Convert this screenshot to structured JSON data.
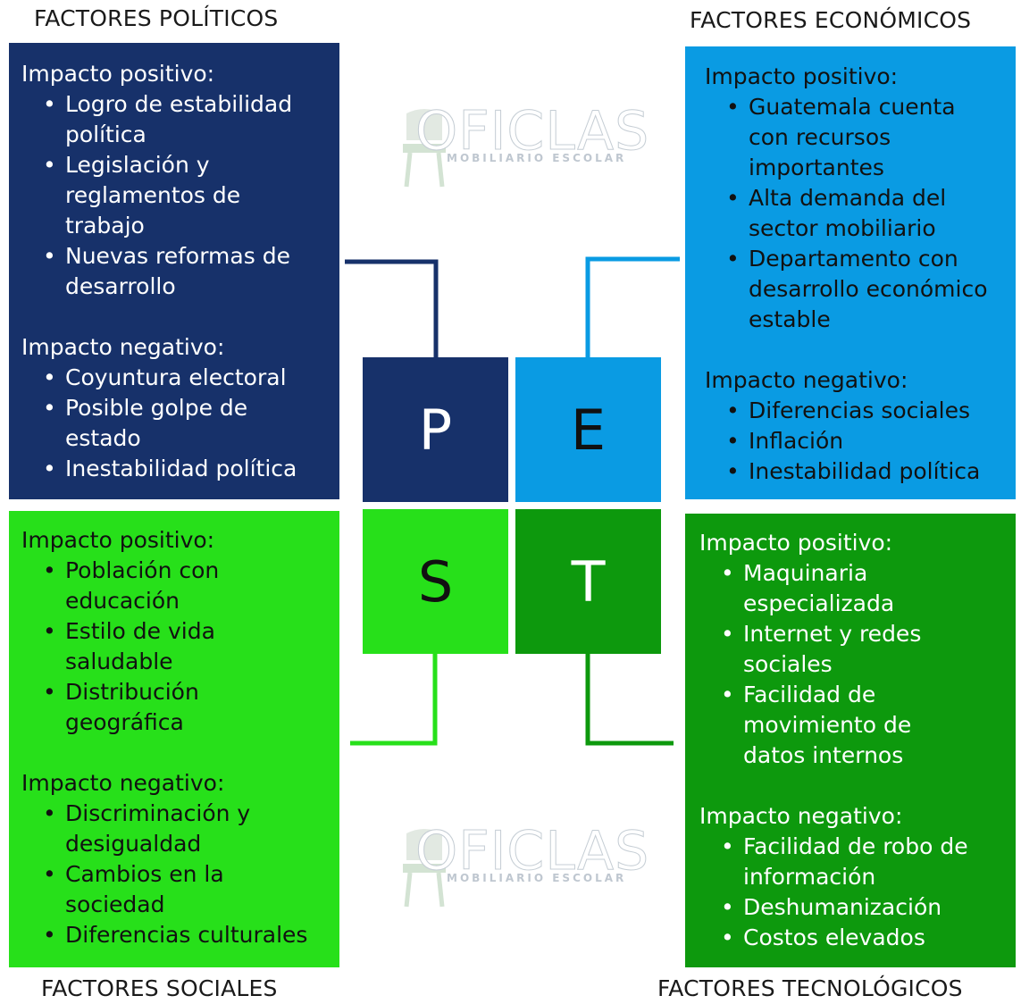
{
  "headings": {
    "political": "FACTORES POLÍTICOS",
    "economic": "FACTORES ECONÓMICOS",
    "social": "FACTORES SOCIALES",
    "technological": "FACTORES TECNOLÓGICOS"
  },
  "letters": {
    "p": "P",
    "e": "E",
    "s": "S",
    "t": "T"
  },
  "colors": {
    "political": "#17316a",
    "economic": "#0a9be3",
    "social": "#27e01a",
    "technological": "#0d990d"
  },
  "political": {
    "positive_title": "Impacto positivo:",
    "positive": [
      "Logro de estabilidad política",
      "Legislación y reglamentos de trabajo",
      "Nuevas reformas de desarrollo"
    ],
    "negative_title": "Impacto negativo:",
    "negative": [
      "Coyuntura electoral",
      "Posible golpe de estado",
      "Inestabilidad política"
    ]
  },
  "economic": {
    "positive_title": "Impacto positivo:",
    "positive": [
      "Guatemala cuenta con recursos importantes",
      "Alta demanda del sector mobiliario",
      "Departamento con desarrollo económico estable"
    ],
    "negative_title": "Impacto negativo:",
    "negative": [
      "Diferencias sociales",
      "Inflación",
      "Inestabilidad política"
    ]
  },
  "social": {
    "positive_title": "Impacto positivo:",
    "positive": [
      "Población con educación",
      "Estilo de vida saludable",
      "Distribución geográfica"
    ],
    "negative_title": "Impacto negativo:",
    "negative": [
      "Discriminación y desigualdad",
      "Cambios en la sociedad",
      "Diferencias culturales"
    ]
  },
  "technological": {
    "positive_title": "Impacto positivo:",
    "positive": [
      "Maquinaria especializada",
      "Internet y redes sociales",
      "Facilidad de movimiento de datos internos"
    ],
    "negative_title": "Impacto negativo:",
    "negative": [
      "Facilidad de robo de información",
      "Deshumanización",
      "Costos elevados"
    ]
  },
  "watermark": {
    "title": "OFICLAS",
    "subtitle": "MOBILIARIO ESCOLAR"
  }
}
